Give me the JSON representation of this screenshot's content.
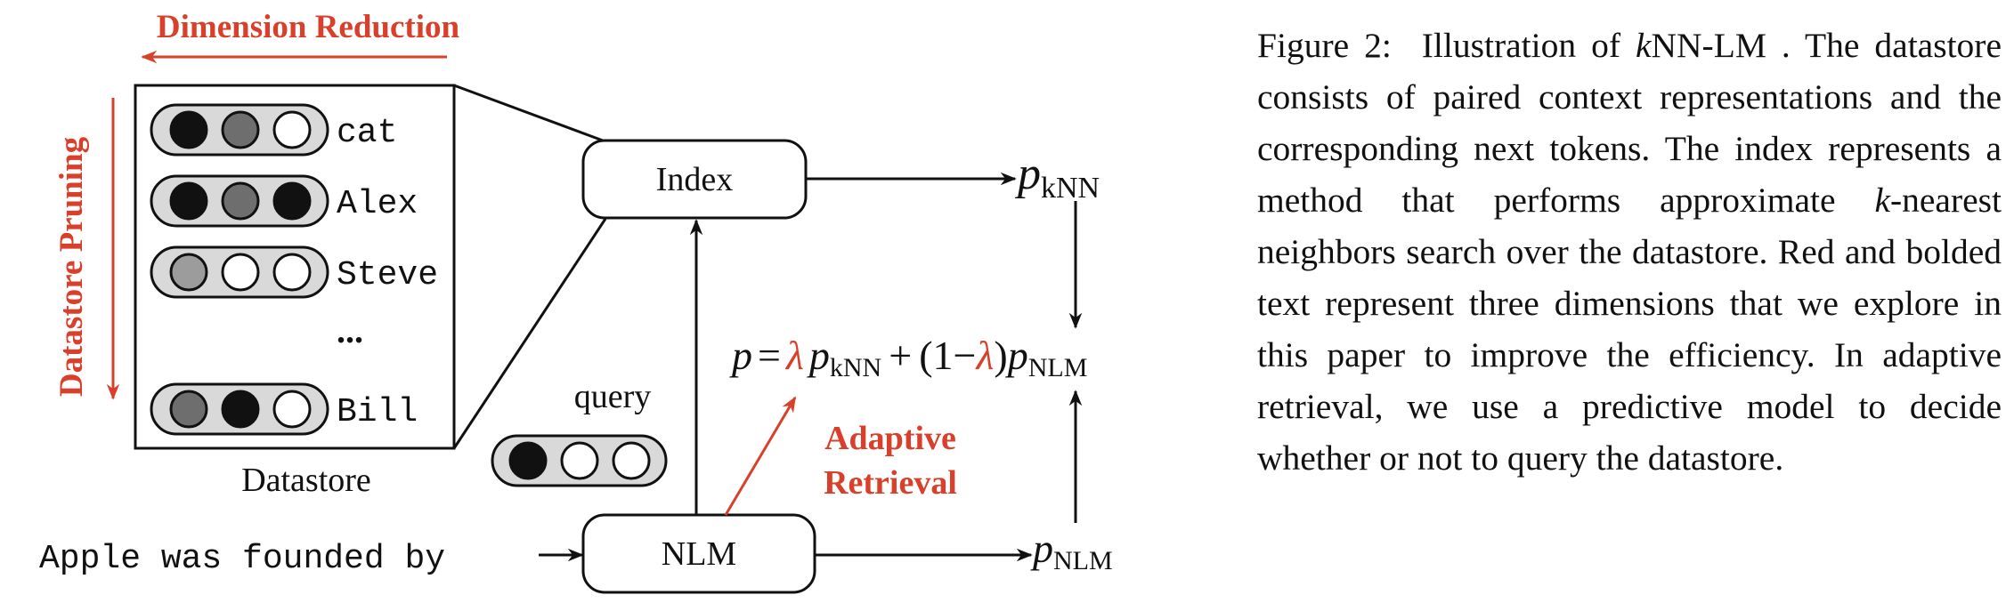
{
  "figure": {
    "dimension_reduction_label": "Dimension Reduction",
    "datastore_pruning_label": "Datastore Pruning",
    "datastore_label": "Datastore",
    "rows": [
      {
        "word": "cat",
        "circles": [
          "black",
          "darkgray",
          "white"
        ]
      },
      {
        "word": "Alex",
        "circles": [
          "black",
          "darkgray",
          "black"
        ]
      },
      {
        "word": "Steve",
        "circles": [
          "lightgray",
          "white",
          "white"
        ]
      },
      {
        "word": "Bill",
        "circles": [
          "darkgray",
          "black",
          "white"
        ]
      }
    ],
    "ellipsis": "...",
    "query_label": "query",
    "query_circles": [
      "black",
      "white",
      "white"
    ],
    "index_label": "Index",
    "nlm_label": "NLM",
    "input_text": "Apple was founded by",
    "adaptive_line1": "Adaptive",
    "adaptive_line2": "Retrieval",
    "pknn": {
      "p": "p",
      "sub": "kNN"
    },
    "pnlm": {
      "p": "p",
      "sub": "NLM"
    },
    "formula": {
      "p": "p",
      "eq": "=",
      "lambda": "λ",
      "plus": "+",
      "one_minus": "(1−",
      "close": ")",
      "sub_knn": "kNN",
      "sub_nlm": "NLM"
    },
    "colors": {
      "accent": "#d9402b",
      "black": "#111111",
      "darkgray": "#6e6e6e",
      "lightgray": "#9c9c9c",
      "pill": "#d9d9d9"
    }
  },
  "caption": {
    "label": "Figure 2:",
    "s1a": "Illustration of ",
    "s1_k": "k",
    "s1b": "NN-LM . The datastore consists of paired context representations and the corresponding next tokens. The index represents a method that performs approximate ",
    "s1_k2": "k",
    "s1c": "-nearest neighbors search over the datastore. Red and bolded text represent three dimensions that we explore in this paper to improve the efficiency. In adaptive retrieval, we use a predictive model to decide whether or not to query the datastore."
  }
}
